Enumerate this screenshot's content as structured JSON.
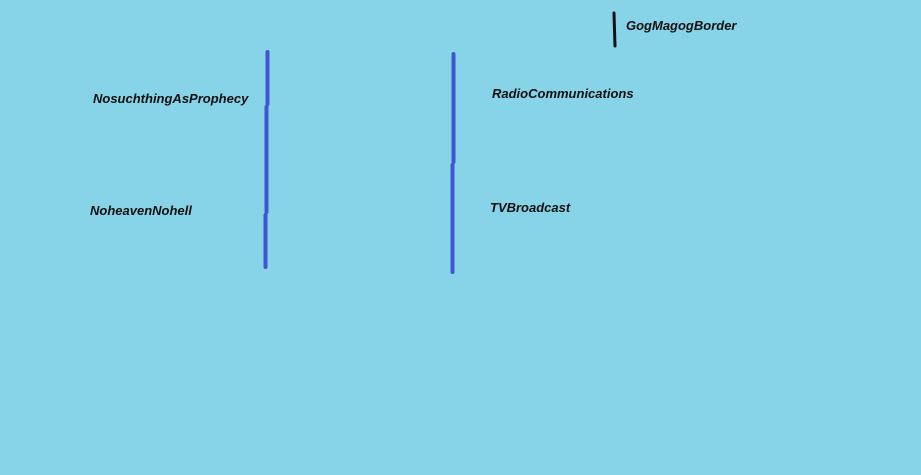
{
  "colors": {
    "background": "#87d3e7",
    "stroke_blue": "#3f55d1",
    "stroke_black": "#111111",
    "text": "#111111"
  },
  "labels": {
    "gog_magog": "GogMagogBorder",
    "radio": "RadioCommunications",
    "tv": "TVBroadcast",
    "prophecy": "NosuchthingAsProphecy",
    "heaven": "NoheavenNohell"
  }
}
